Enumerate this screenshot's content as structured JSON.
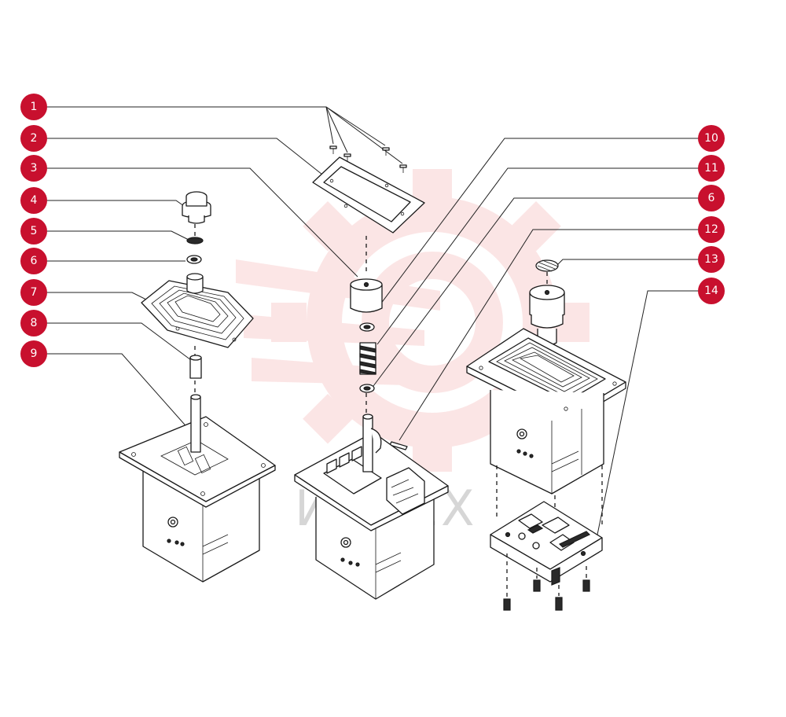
{
  "watermark": {
    "text": "ИНТЕХ",
    "color": "#f4a6a6"
  },
  "callout_color": "#c8102e",
  "callouts_left": [
    "1",
    "2",
    "3",
    "4",
    "5",
    "6",
    "7",
    "8",
    "9"
  ],
  "callouts_right": [
    "10",
    "11",
    "6",
    "12",
    "13",
    "14"
  ]
}
